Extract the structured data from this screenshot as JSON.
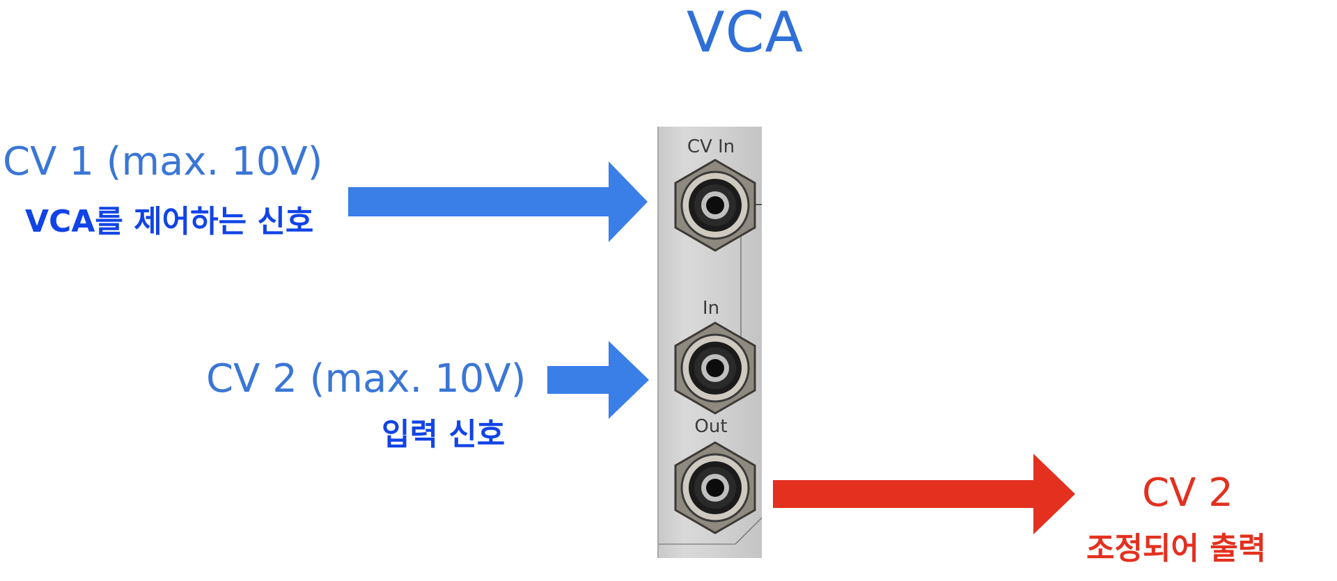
{
  "title": "VCA",
  "module": {
    "jack_labels": {
      "cv_in": "CV In",
      "in": "In",
      "out": "Out"
    }
  },
  "inputs": {
    "cv1": {
      "label": "CV 1 (max. 10V)",
      "description": "VCA를 제어하는 신호"
    },
    "cv2": {
      "label": "CV 2 (max. 10V)",
      "description": "입력 신호"
    }
  },
  "output": {
    "label": "CV 2",
    "description": "조정되어 출력"
  },
  "colors": {
    "title_blue": "#2f6fd8",
    "input_arrow_blue": "#3a7ee8",
    "output_arrow_red": "#e3301f"
  }
}
